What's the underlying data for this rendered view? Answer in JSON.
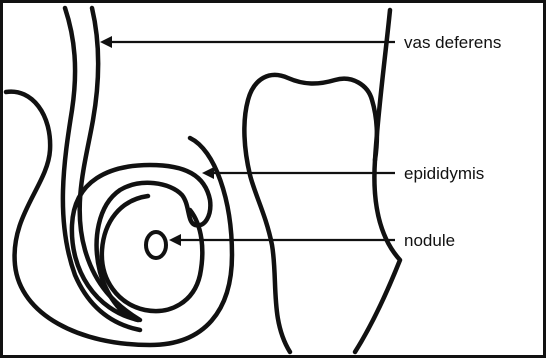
{
  "labels": {
    "vas_deferens": "vas deferens",
    "epididymis": "epididymis",
    "nodule": "nodule"
  },
  "colors": {
    "stroke": "#111111",
    "background": "#ffffff"
  }
}
